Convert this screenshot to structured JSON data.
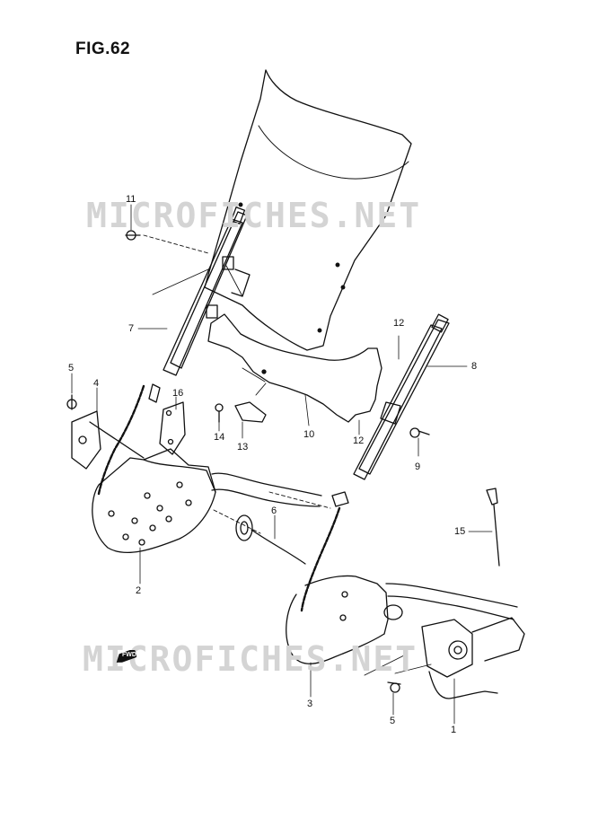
{
  "figure": {
    "title": "FIG.62"
  },
  "watermarks": [
    "MICROFICHES.NET",
    "MICROFICHES.NET"
  ],
  "fwd_badge": "FWD",
  "callouts": [
    "11",
    "7",
    "5",
    "4",
    "16",
    "14",
    "13",
    "10",
    "12",
    "12",
    "8",
    "9",
    "15",
    "6",
    "2",
    "3",
    "5",
    "1"
  ]
}
